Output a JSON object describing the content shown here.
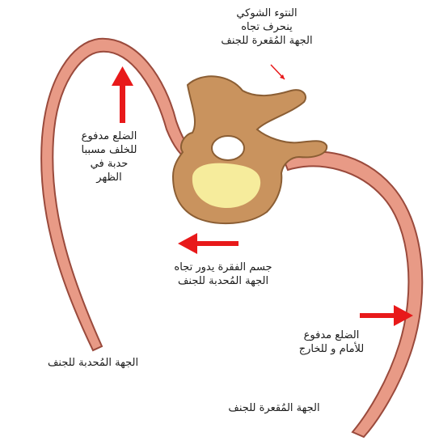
{
  "colors": {
    "rib_fill": "#e89a86",
    "rib_stroke": "#9a4a3c",
    "vertebra_fill": "#c9935e",
    "vertebra_stroke": "#8b5e34",
    "body_highlight": "#f6ec9c",
    "arrow": "#e8191a",
    "background": "#ffffff"
  },
  "labels": {
    "spinous_process": {
      "line1": "النتوء الشوكي",
      "line2": "ينحرف تجاه",
      "line3": "الجهة المُقعرة للجنف"
    },
    "rib_back": {
      "line1": "الضلع مدفوع",
      "line2": "للخلف مسببا",
      "line3": "حدبة في",
      "line4": "الظهر"
    },
    "vertebral_body": {
      "line1": "جسم الفقرة يدور تجاه",
      "line2": "الجهة المُحدبة للجنف"
    },
    "rib_front": {
      "line1": "الضلع مدفوع",
      "line2": "للأمام و للخارج"
    },
    "convex_side": "الجهة المُحدبة للجنف",
    "concave_side": "الجهة المُقعرة للجنف"
  },
  "arrows": [
    {
      "name": "arrow-up-icon",
      "direction": "up"
    },
    {
      "name": "arrow-left-icon",
      "direction": "left"
    },
    {
      "name": "arrow-right-icon",
      "direction": "right"
    }
  ]
}
